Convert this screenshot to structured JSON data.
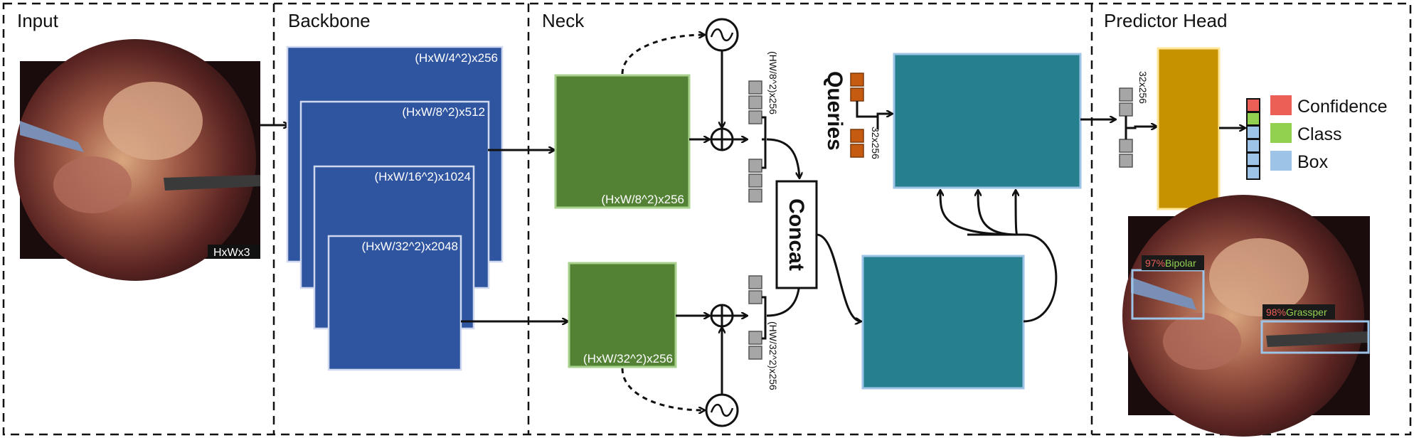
{
  "sections": {
    "input": "Input",
    "backbone": "Backbone",
    "neck": "Neck",
    "predictor_head": "Predictor Head"
  },
  "input_image": {
    "size_label": "HxWx3"
  },
  "backbone_layers": [
    "(HxW/4^2)x256",
    "(HxW/8^2)x512",
    "(HxW/16^2)x1024",
    "(HxW/32^2)x2048"
  ],
  "neck": {
    "top_block_label": "(HxW/8^2)x256",
    "bottom_block_label": "(HxW/32^2)x256",
    "top_token_label": "(HW/8^2)x256",
    "bottom_token_label": "(HW/32^2)x256",
    "concat_label": "Concat",
    "queries_label": "Queries",
    "queries_dim": "32x256"
  },
  "head": {
    "token_dim": "32x256",
    "legend": [
      {
        "label": "Confidence",
        "color": "#ec5f56"
      },
      {
        "label": "Class",
        "color": "#92d050"
      },
      {
        "label": "Box",
        "color": "#9dc3e6"
      }
    ],
    "detections": [
      {
        "score": "97%",
        "cls": "Bipolar"
      },
      {
        "score": "98%",
        "cls": "Grassper"
      }
    ]
  },
  "colors": {
    "backbone_blue": "#2f55a0",
    "neck_green": "#548235",
    "transformer_teal": "#267f8d",
    "head_gold": "#c79200",
    "query_orange": "#c55a11",
    "token_gray": "#a6a6a6"
  }
}
